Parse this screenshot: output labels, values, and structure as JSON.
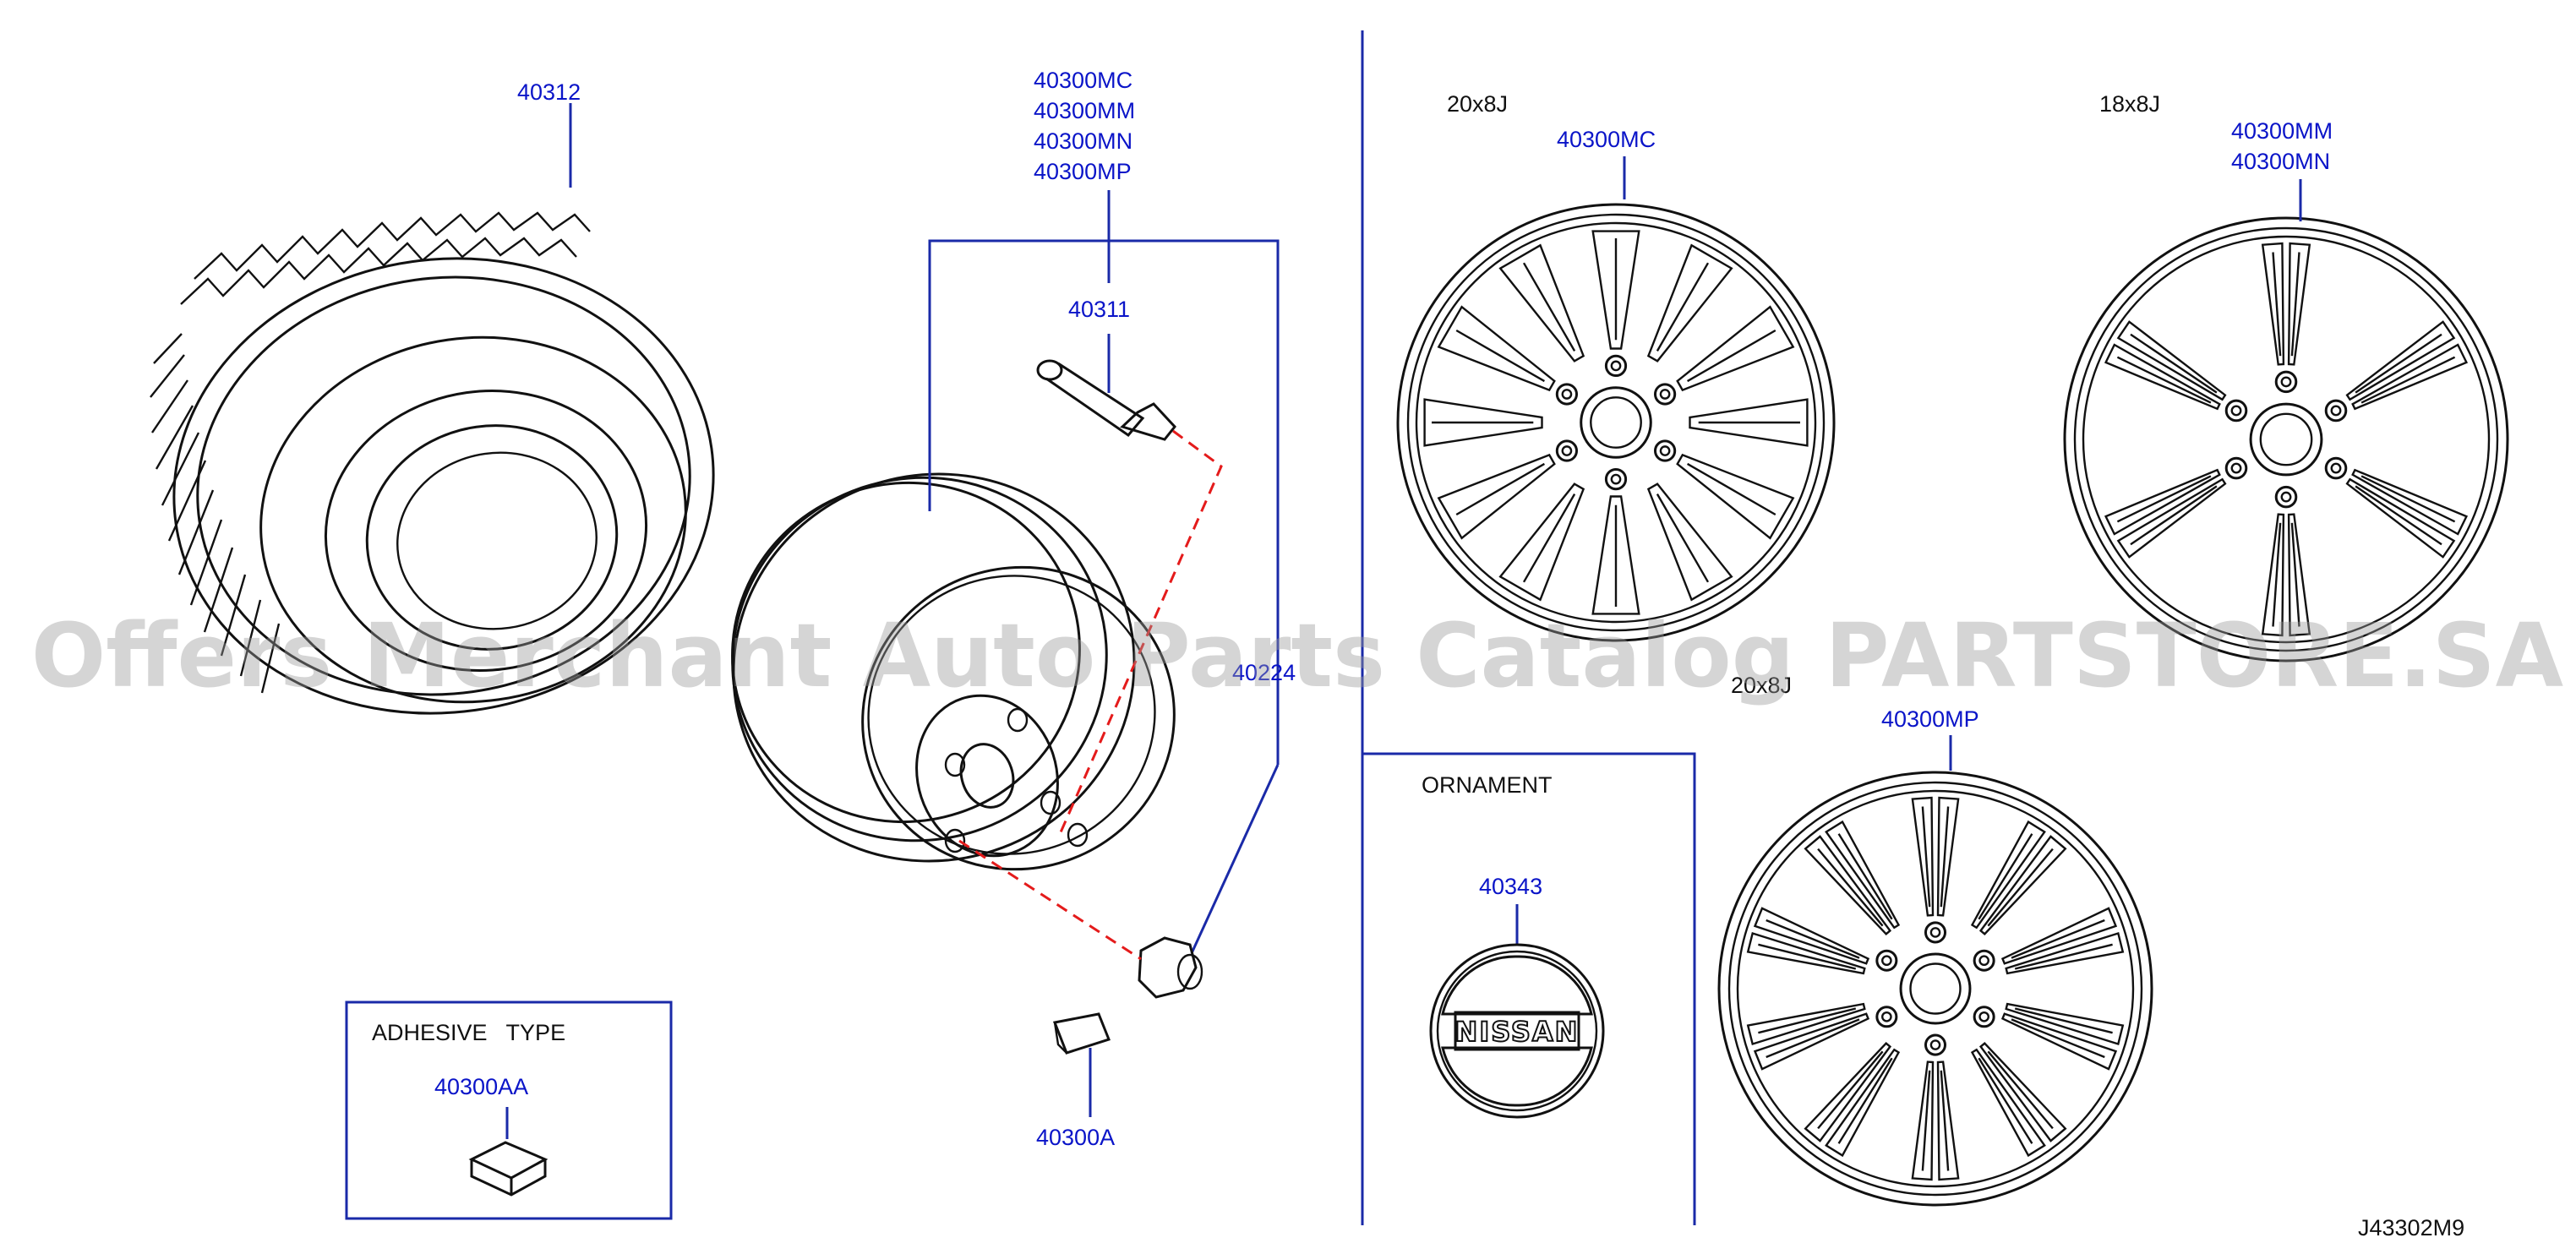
{
  "callouts": {
    "tire": "40312",
    "wheel_assy": [
      "40300MC",
      "40300MM",
      "40300MN",
      "40300MP"
    ],
    "valve": "40311",
    "nut": "40224",
    "clip": "40300A",
    "adhesive_part": "40300AA",
    "ornament_part": "40343",
    "wheel_20_a": "40300MC",
    "wheel_18": [
      "40300MM",
      "40300MN"
    ],
    "wheel_20_b": "40300MP"
  },
  "labels": {
    "size_20_a": "20x8J",
    "size_18": "18x8J",
    "size_20_b": "20x8J",
    "adhesive_type": "ADHESIVE   TYPE",
    "ornament": "ORNAMENT",
    "emblem": "NISSAN",
    "drawing_code": "J43302M9"
  },
  "watermark": "Offers Merchant Auto Parts Catalog PARTSTORE.SA",
  "colors": {
    "callout": "#0a14c8",
    "leader": "#1a2aa8",
    "dashed": "#e41b1b",
    "ink": "#111111"
  }
}
